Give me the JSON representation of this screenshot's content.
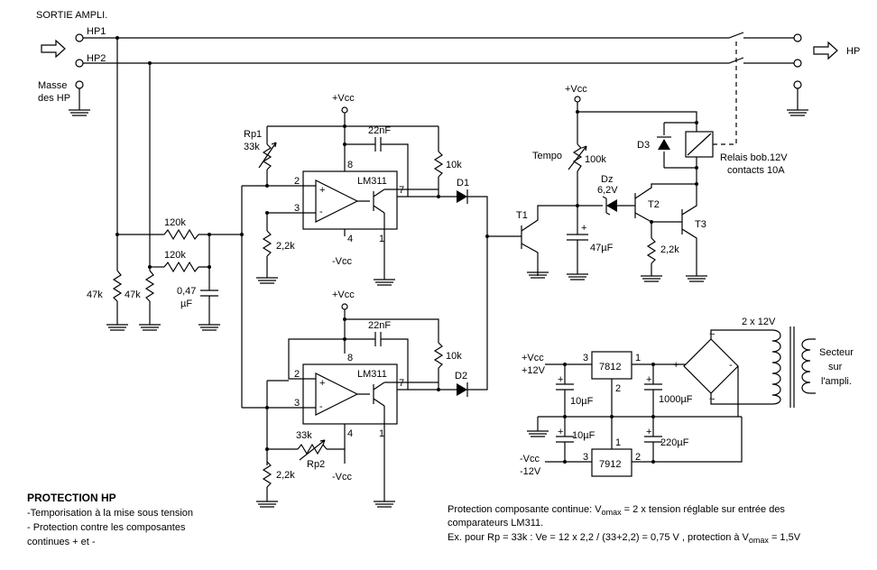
{
  "title": "SORTIE AMPLI.",
  "output": {
    "hp1": "HP1",
    "hp2": "HP2",
    "hp": "HP",
    "masse": [
      "Masse",
      "des HP"
    ]
  },
  "components": {
    "vcc_top": "+Vcc",
    "rp1": "Rp1",
    "rp1_val": "33k",
    "c22a": "22nF",
    "pin8a": "8",
    "pin2a": "2",
    "pin3a": "3",
    "pin4a": "4",
    "pin1a": "1",
    "pin7a": "7",
    "lm311a": "LM311",
    "r10ka": "10k",
    "d1": "D1",
    "r22a": "2,2k",
    "nvcc_a": "-Vcc",
    "r120a": "120k",
    "r120b": "120k",
    "r47a": "47k",
    "r47b": "47k",
    "c047": [
      "0,47",
      "µF"
    ],
    "vcc_mid": "+Vcc",
    "c22b": "22nF",
    "pin8b": "8",
    "pin2b": "2",
    "pin3b": "3",
    "pin4b": "4",
    "pin1b": "1",
    "pin7b": "7",
    "lm311b": "LM311",
    "r10kb": "10k",
    "d2": "D2",
    "r33k": "33k",
    "rp2": "Rp2",
    "r22b": "2,2k",
    "nvcc_b": "-Vcc",
    "vcc_t": "+Vcc",
    "tempo": "Tempo",
    "r100k": "100k",
    "dz": "Dz",
    "dz_val": "6,2V",
    "t1": "T1",
    "c47": "47µF",
    "t2": "T2",
    "r22c": "2,2k",
    "t3": "T3",
    "d3": "D3",
    "relay": [
      "Relais bob.12V",
      "contacts 10A"
    ]
  },
  "supply": {
    "vcc": "+Vcc",
    "p12": "+12V",
    "reg1": "7812",
    "reg1_pins": [
      "3",
      "1",
      "2"
    ],
    "c10a": "10µF",
    "c1000": "1000µF",
    "c10b": "10µF",
    "c220": "220µF",
    "nvcc": "-Vcc",
    "m12": "-12V",
    "reg2": "7912",
    "reg2_pins": [
      "3",
      "1",
      "2"
    ],
    "bridge_plus": "+",
    "bridge_minus": "-",
    "bridge_tilde": "~",
    "transfo": "2 x 12V",
    "secteur": [
      "Secteur",
      "sur",
      "l'ampli."
    ]
  },
  "notes": {
    "heading": "PROTECTION HP",
    "lines": [
      "-Temporisation à la mise sous tension",
      "- Protection contre les composantes",
      "continues + et -"
    ],
    "cont_line1_a": "Protection composante continue:  V",
    "cont_line1_sub": "omax",
    "cont_line1_b": " = 2 x tension réglable sur entrée des",
    "cont_line2": "comparateurs LM311.",
    "cont_line3_a": "Ex. pour  Rp = 33k :  Ve = 12 x 2,2 / (33+2,2) = 0,75 V , protection à V",
    "cont_line3_sub": "omax",
    "cont_line3_b": " = 1,5V"
  }
}
